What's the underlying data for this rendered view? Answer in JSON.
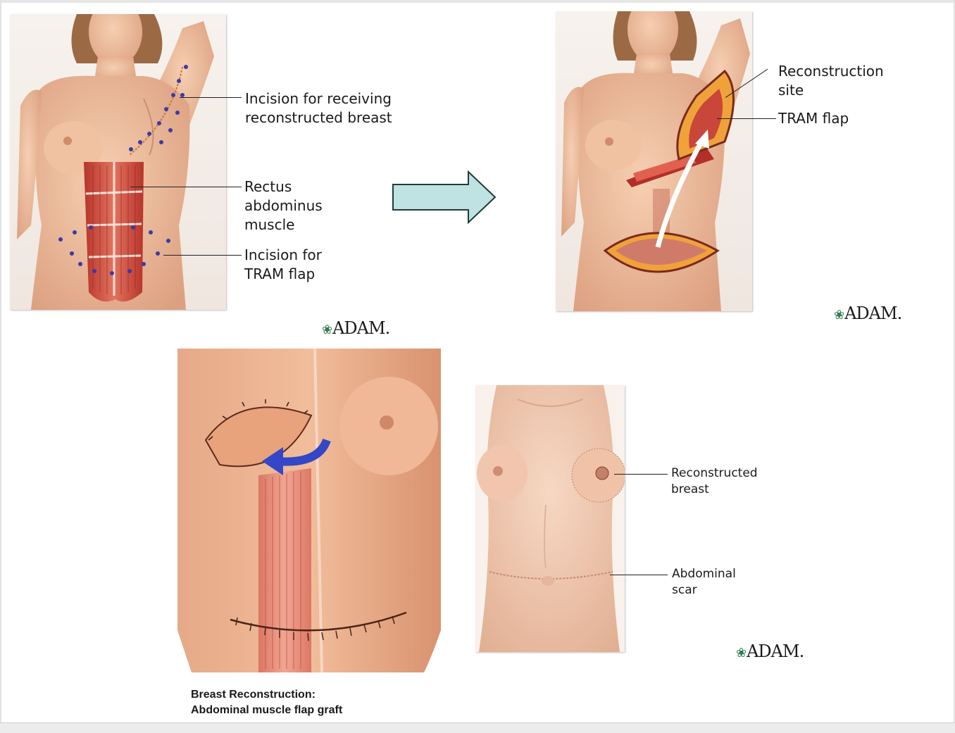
{
  "panel1": {
    "labels": {
      "incision_receiving": [
        "Incision for receiving",
        "reconstructed breast"
      ],
      "rectus": [
        "Rectus",
        "abdominus",
        "muscle"
      ],
      "incision_tram": [
        "Incision for",
        "TRAM flap"
      ]
    },
    "logo": "ADAM."
  },
  "panel2": {
    "labels": {
      "reconstruction_site": [
        "Reconstruction",
        "site"
      ],
      "tram_flap": [
        "TRAM flap"
      ]
    },
    "logo": "ADAM."
  },
  "panel4": {
    "labels": {
      "reconstructed_breast": [
        "Reconstructed",
        "breast"
      ],
      "abdominal_scar": [
        "Abdominal",
        "scar"
      ]
    },
    "logo": "ADAM."
  },
  "caption": [
    "Breast Reconstruction:",
    "Abdominal muscle flap graft"
  ],
  "colors": {
    "skin": "#f2c4a4",
    "skin_shadow": "#dfa07e",
    "muscle": "#c9463a",
    "arrow_fill": "#bfe3e3",
    "marker_dots": "#3a3aa8",
    "blue_arrow": "#3347c8",
    "logo_leaf": "#2e7d4f"
  }
}
